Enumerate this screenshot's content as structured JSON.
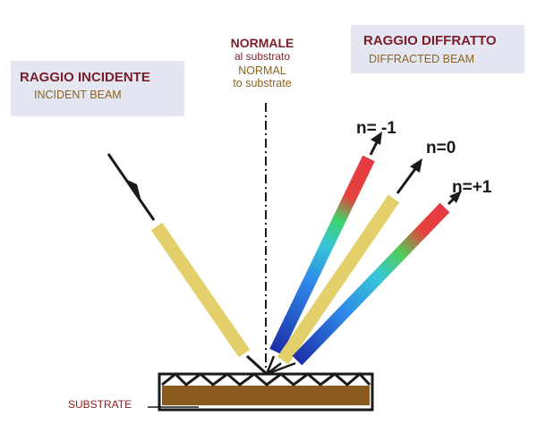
{
  "incident": {
    "title_it": "RAGGIO INCIDENTE",
    "title_en": "INCIDENT BEAM"
  },
  "diffracted": {
    "title_it": "RAGGIO DIFFRATTO",
    "title_en": "DIFFRACTED BEAM"
  },
  "normal": {
    "title_it": "NORMALE",
    "sub_it": "al substrato",
    "title_en": "NORMAL",
    "sub_en": "to substrate"
  },
  "substrate": {
    "label": "SUBSTRATE"
  },
  "orders": {
    "minus_one": "n= -1",
    "zero": "n=0",
    "plus_one": "n=+1"
  },
  "colors": {
    "beam_yellow": "#e3d06a",
    "substrate_fill": "#8b5a1e",
    "title_red": "#7a1f2a",
    "title_gold": "#8a6420",
    "label_box": "#e4e6f2"
  }
}
